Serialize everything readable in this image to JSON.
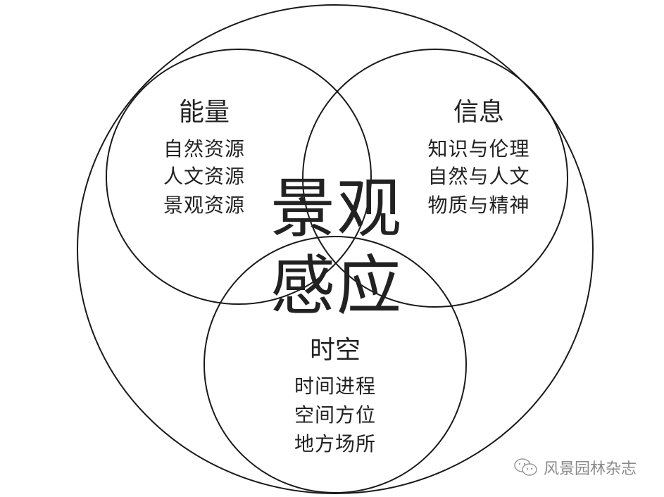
{
  "center": {
    "line1": "景观",
    "line2": "感应"
  },
  "circles": [
    {
      "title": "能量",
      "items": [
        "自然资源",
        "人文资源",
        "景观资源"
      ]
    },
    {
      "title": "信息",
      "items": [
        "知识与伦理",
        "自然与人文",
        "物质与精神"
      ]
    },
    {
      "title": "时空",
      "items": [
        "时间进程",
        "空间方位",
        "地方场所"
      ]
    }
  ],
  "watermark": {
    "icon": "wechat-icon",
    "text": "风景园林杂志"
  }
}
